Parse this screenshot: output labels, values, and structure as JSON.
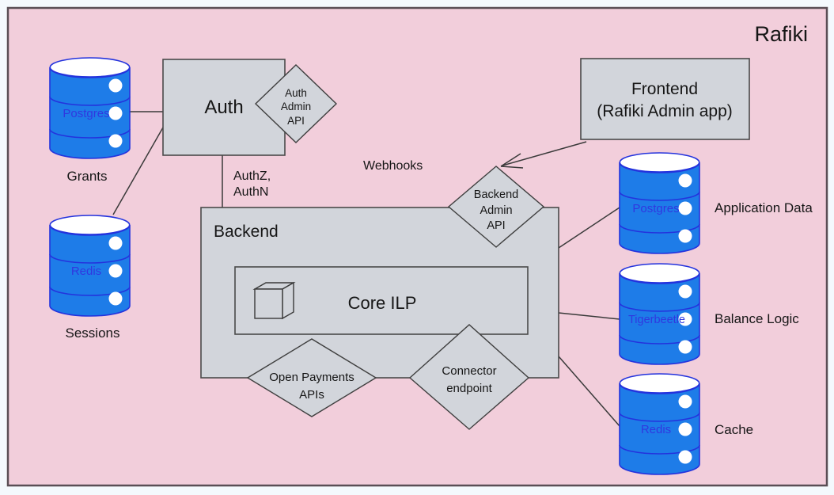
{
  "title": "Rafiki",
  "colors": {
    "background": "#f2cedb",
    "page_background": "#f4f9fd",
    "node_fill": "#d2d5db",
    "node_border": "#4a4a4a",
    "database_fill": "#1e7ce8",
    "database_border": "#2433dd",
    "database_label_text": "#3038e0",
    "text": "#161616"
  },
  "nodes": {
    "auth": {
      "label": "Auth"
    },
    "backend": {
      "label": "Backend"
    },
    "core_ilp": {
      "label": "Core ILP"
    },
    "frontend": {
      "lines": [
        "Frontend",
        "(Rafiki Admin app)"
      ]
    }
  },
  "apis": {
    "auth_admin": {
      "lines": [
        "Auth",
        "Admin",
        "API"
      ]
    },
    "backend_admin": {
      "lines": [
        "Backend",
        "Admin",
        "API"
      ]
    },
    "open_payments": {
      "lines": [
        "Open Payments",
        "APIs"
      ]
    },
    "connector": {
      "lines": [
        "Connector",
        "endpoint"
      ]
    }
  },
  "databases": [
    {
      "name": "Postgres",
      "caption": "Grants"
    },
    {
      "name": "Redis",
      "caption": "Sessions"
    },
    {
      "name": "Postgres",
      "caption": "Application Data"
    },
    {
      "name": "Tigerbeetle",
      "caption": "Balance Logic"
    },
    {
      "name": "Redis",
      "caption": "Cache"
    }
  ],
  "edge_labels": {
    "auth_backend": [
      "AuthZ,",
      "AuthN"
    ],
    "webhooks": "Webhooks"
  }
}
